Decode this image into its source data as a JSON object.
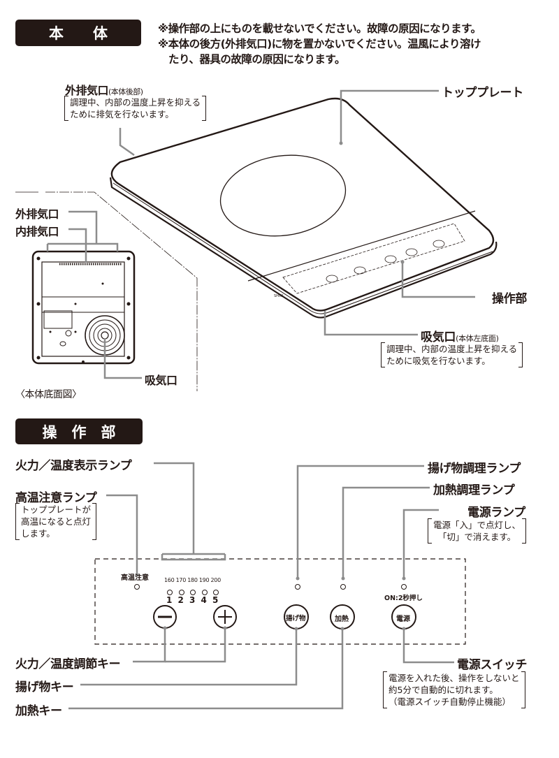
{
  "body_section": {
    "badge": "本　　体",
    "notes": [
      "※操作部の上にものを載せないでください。故障の原因になります。",
      "※本体の後方(外排気口)に物を置かないでください。温風により溶け",
      "　たり、器具の故障の原因になります。"
    ],
    "labels": {
      "outer_exhaust_top": "外排気口",
      "outer_exhaust_top_sub": "(本体後部)",
      "outer_exhaust_top_desc": [
        "調理中、内部の温度上昇を抑える",
        "ために排気を行ないます。"
      ],
      "top_plate": "トッププレート",
      "control_panel": "操作部",
      "intake": "吸気口",
      "intake_sub": "(本体左底面)",
      "intake_desc": [
        "調理中、内部の温度上昇を抑える",
        "ために吸気を行ないます。"
      ],
      "bottom_outer_exhaust": "外排気口",
      "bottom_inner_exhaust": "内排気口",
      "bottom_intake": "吸気口",
      "bottom_view_caption": "〈本体底面図〉"
    }
  },
  "control_section": {
    "badge": "操　作　部",
    "labels": {
      "power_temp_lamp": "火力／温度表示ランプ",
      "high_temp_lamp": "高温注意ランプ",
      "high_temp_desc": [
        "トッププレートが",
        "高温になると点灯",
        "します。"
      ],
      "fry_lamp": "揚げ物調理ランプ",
      "heat_lamp": "加熱調理ランプ",
      "power_lamp": "電源ランプ",
      "power_lamp_desc": [
        "電源「入」で点灯し、",
        "「切」で消えます。"
      ],
      "power_temp_key": "火力／温度調節キー",
      "fry_key": "揚げ物キー",
      "heat_key": "加熱キー",
      "power_switch": "電源スイッチ",
      "power_switch_desc": [
        "電源を入れた後、操作をしないと",
        "約5分で自動的に切れます。",
        "（電源スイッチ自動停止機能）"
      ]
    },
    "panel": {
      "high_temp": "高温注意",
      "temps": [
        "160",
        "170",
        "180",
        "190",
        "200"
      ],
      "levels": [
        "1",
        "2",
        "3",
        "4",
        "5"
      ],
      "minus_icon": "minus-icon",
      "plus_icon": "plus-icon",
      "fry_button": "揚げ物",
      "heat_button": "加熱",
      "power_button": "電源",
      "power_hint": "ON:2秒押し"
    }
  },
  "colors": {
    "ink": "#231815",
    "leader": "#8c8c8c",
    "badge_bg": "#231815"
  }
}
